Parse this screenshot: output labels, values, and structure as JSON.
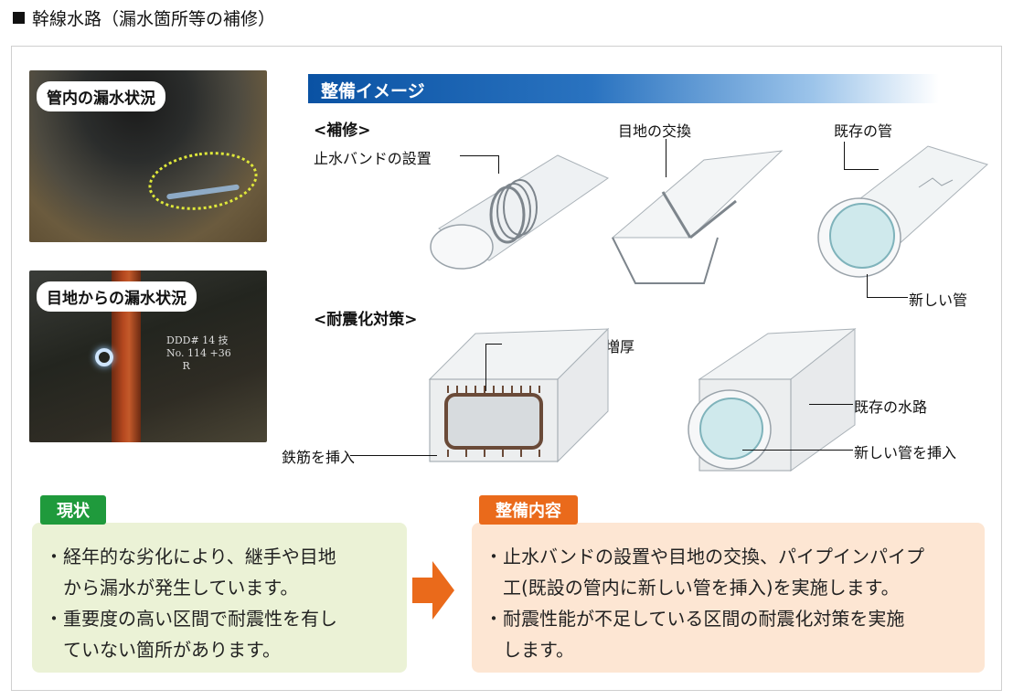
{
  "section_title": "幹線水路（漏水箇所等の補修）",
  "photos": [
    {
      "label": "管内の漏水状況"
    },
    {
      "label": "目地からの漏水状況",
      "chalk_text": "DDD# 14 技 \nNo. 114 +36\n     R"
    }
  ],
  "image_heading": "整備イメージ",
  "repair": {
    "heading": "<補修>",
    "callouts": {
      "band": "止水バンドの設置",
      "joint": "目地の交換",
      "existing_pipe": "既存の管",
      "new_pipe": "新しい管"
    }
  },
  "seismic": {
    "heading": "<耐震化対策>",
    "callouts": {
      "concrete": "コンクリートを増厚",
      "rebar": "鉄筋を挿入",
      "existing_channel": "既存の水路",
      "insert_pipe": "新しい管を挿入"
    }
  },
  "current": {
    "label": "現状",
    "bullets": [
      {
        "line1": "経年的な劣化により、継手や目地",
        "line2": "から漏水が発生しています。"
      },
      {
        "line1": "重要度の高い区間で耐震性を有し",
        "line2": "ていない箇所があります。"
      }
    ]
  },
  "plan": {
    "label": "整備内容",
    "bullets": [
      {
        "line1": "止水バンドの設置や目地の交換、パイプインパイプ",
        "line2": "工(既設の管内に新しい管を挿入)を実施します。"
      },
      {
        "line1": "耐震性能が不足している区間の耐震化対策を実施",
        "line2": "します。"
      }
    ]
  },
  "colors": {
    "green": "#1f9a3c",
    "orange": "#ea6a1b",
    "blue": "#0a52a3"
  }
}
